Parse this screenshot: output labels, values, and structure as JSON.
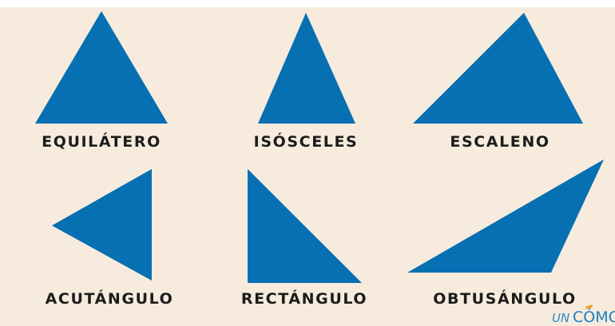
{
  "colors": {
    "background": "#f6ebdd",
    "triangle": "#0770b2",
    "label": "#1c1c1c",
    "logo": "#1c7fc0",
    "logo_accent": "#f0a020"
  },
  "triangles": [
    {
      "label": "EQUILÁTERO"
    },
    {
      "label": "ISÓSCELES"
    },
    {
      "label": "ESCALENO"
    },
    {
      "label": "ACUTÁNGULO"
    },
    {
      "label": "RECTÁNGULO"
    },
    {
      "label": "OBTUSÁNGULO"
    }
  ],
  "logo": {
    "prefix": "UN",
    "main": "CÓMO"
  }
}
